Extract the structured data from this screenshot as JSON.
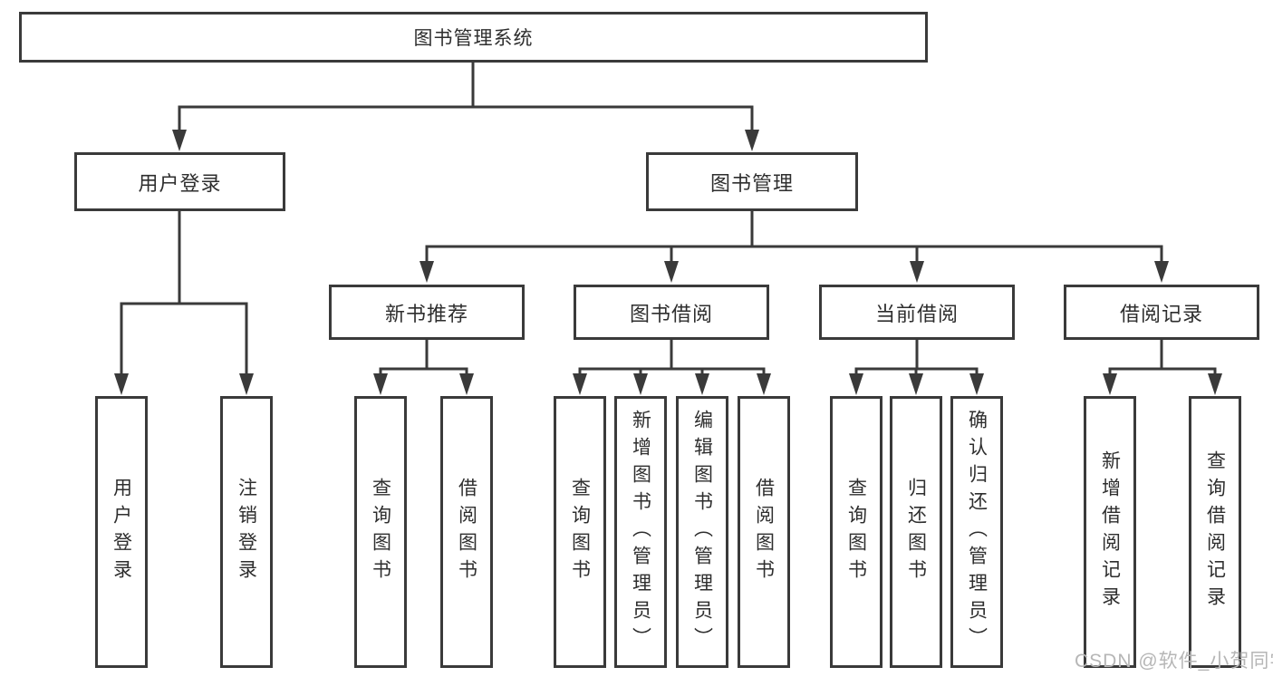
{
  "tree": {
    "label": "图书管理系统",
    "children": [
      {
        "label": "用户登录",
        "children": [
          {
            "label": "用户登录"
          },
          {
            "label": "注销登录"
          }
        ]
      },
      {
        "label": "图书管理",
        "children": [
          {
            "label": "新书推荐",
            "children": [
              {
                "label": "查询图书"
              },
              {
                "label": "借阅图书"
              }
            ]
          },
          {
            "label": "图书借阅",
            "children": [
              {
                "label": "查询图书"
              },
              {
                "label": "新增图书（管理员）"
              },
              {
                "label": "编辑图书（管理员）"
              },
              {
                "label": "借阅图书"
              }
            ]
          },
          {
            "label": "当前借阅",
            "children": [
              {
                "label": "查询图书"
              },
              {
                "label": "归还图书"
              },
              {
                "label": "确认归还（管理员）"
              }
            ]
          },
          {
            "label": "借阅记录",
            "children": [
              {
                "label": "新增借阅记录"
              },
              {
                "label": "查询借阅记录"
              }
            ]
          }
        ]
      }
    ]
  },
  "watermark": {
    "text": "CSDN @软件_小贺同学"
  },
  "colors": {
    "line": "#3a3a3a",
    "text": "#2e2e2e",
    "background": "#ffffff",
    "watermark": "#b6b6b6"
  }
}
